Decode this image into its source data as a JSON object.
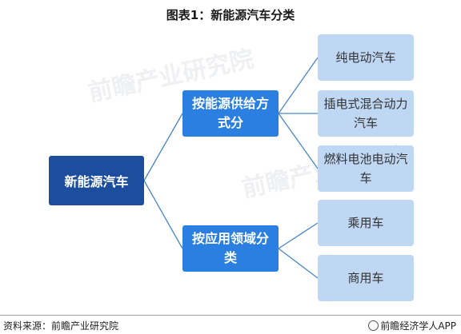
{
  "title": "图表1：新能源汽车分类",
  "root": "新能源汽车",
  "branches": [
    {
      "label": "按能源供给方式分",
      "children": [
        "纯电动汽车",
        "插电式混合动力汽车",
        "燃料电池电动汽车"
      ]
    },
    {
      "label": "按应用领域分类",
      "children": [
        "乘用车",
        "商用车"
      ]
    }
  ],
  "watermark": "前瞻产业研究院",
  "footer": {
    "source": "资料来源：前瞻产业研究院",
    "brand": "前瞻经济学人APP"
  },
  "colors": {
    "root": "#1d4e9e",
    "branch": "#2a7fe0",
    "leaf": "#bfd7f3",
    "connector": "#4a86c8"
  }
}
